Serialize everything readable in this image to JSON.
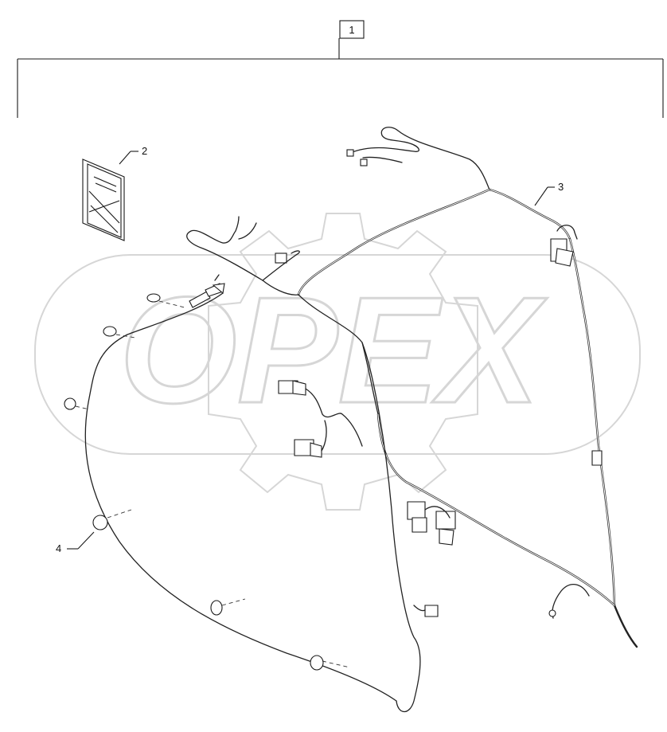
{
  "diagram": {
    "callouts": [
      {
        "id": "1",
        "label": "1",
        "boxed": true
      },
      {
        "id": "2",
        "label": "2",
        "boxed": false
      },
      {
        "id": "3",
        "label": "3",
        "boxed": false
      },
      {
        "id": "4",
        "label": "4",
        "boxed": false
      }
    ],
    "watermark": {
      "text": "OPEX"
    },
    "colors": {
      "line": "#1a1a1a",
      "watermark": "#d6d6d6",
      "background": "#ffffff"
    }
  }
}
